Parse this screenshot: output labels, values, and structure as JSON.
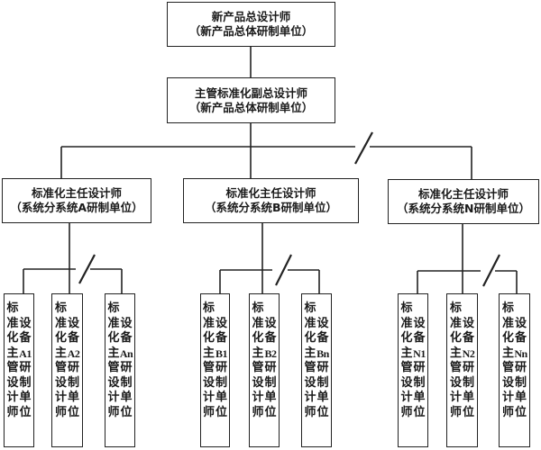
{
  "top": {
    "title": "新产品总设计师",
    "subtitle": "（新产品总体研制单位）"
  },
  "deputy": {
    "title": "主管标准化副总设计师",
    "subtitle": "（新产品总体研制单位）"
  },
  "subsystems": [
    {
      "title": "标准化主任设计师",
      "subtitle": "（系统分系统A研制单位）",
      "units": [
        {
          "left": [
            "标",
            "准",
            "化",
            "主",
            "管",
            "设",
            "计",
            "师"
          ],
          "right": [
            "设",
            "备",
            "A1",
            "研",
            "制",
            "单",
            "位"
          ]
        },
        {
          "left": [
            "标",
            "准",
            "化",
            "主",
            "管",
            "设",
            "计",
            "师"
          ],
          "right": [
            "设",
            "备",
            "A2",
            "研",
            "制",
            "单",
            "位"
          ]
        },
        {
          "left": [
            "标",
            "准",
            "化",
            "主",
            "管",
            "设",
            "计",
            "师"
          ],
          "right": [
            "设",
            "备",
            "An",
            "研",
            "制",
            "单",
            "位"
          ]
        }
      ]
    },
    {
      "title": "标准化主任设计师",
      "subtitle": "（系统分系统B研制单位）",
      "units": [
        {
          "left": [
            "标",
            "准",
            "化",
            "主",
            "管",
            "设",
            "计",
            "师"
          ],
          "right": [
            "设",
            "备",
            "B1",
            "研",
            "制",
            "单",
            "位"
          ]
        },
        {
          "left": [
            "标",
            "准",
            "化",
            "主",
            "管",
            "设",
            "计",
            "师"
          ],
          "right": [
            "设",
            "备",
            "B2",
            "研",
            "制",
            "单",
            "位"
          ]
        },
        {
          "left": [
            "标",
            "准",
            "化",
            "主",
            "管",
            "设",
            "计",
            "师"
          ],
          "right": [
            "设",
            "备",
            "Bn",
            "研",
            "制",
            "单",
            "位"
          ]
        }
      ]
    },
    {
      "title": "标准化主任设计师",
      "subtitle": "（系统分系统N研制单位）",
      "units": [
        {
          "left": [
            "标",
            "准",
            "化",
            "主",
            "管",
            "设",
            "计",
            "师"
          ],
          "right": [
            "设",
            "备",
            "N1",
            "研",
            "制",
            "单",
            "位"
          ]
        },
        {
          "left": [
            "标",
            "准",
            "化",
            "主",
            "管",
            "设",
            "计",
            "师"
          ],
          "right": [
            "设",
            "备",
            "N2",
            "研",
            "制",
            "单",
            "位"
          ]
        },
        {
          "left": [
            "标",
            "准",
            "化",
            "主",
            "管",
            "设",
            "计",
            "师"
          ],
          "right": [
            "设",
            "备",
            "Nn",
            "研",
            "制",
            "单",
            "位"
          ]
        }
      ]
    }
  ]
}
